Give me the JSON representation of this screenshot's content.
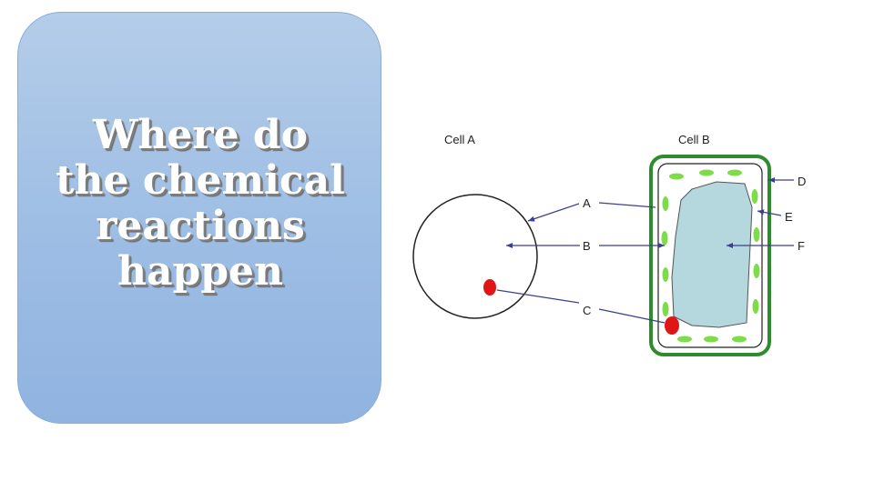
{
  "slide": {
    "title": "Where do\nthe chemical\nreactions\nhappen"
  },
  "diagram": {
    "cell_a_label": "Cell A",
    "cell_b_label": "Cell B",
    "part_labels": {
      "a": "A",
      "b": "B",
      "c": "C",
      "d": "D",
      "e": "E",
      "f": "F"
    },
    "colors": {
      "cell_wall": "#2e8b2e",
      "chloroplast": "#7ddc4a",
      "vacuole": "#b4d8de",
      "nucleus": "#e01515",
      "arrow": "#3a3f8f",
      "membrane": "#222222"
    }
  }
}
